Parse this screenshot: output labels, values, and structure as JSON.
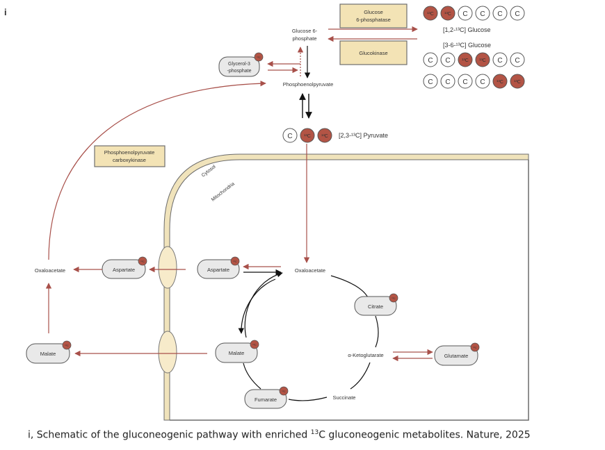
{
  "panel_letter": "i",
  "enzymes": {
    "g6pase": [
      "Glucose",
      "6-phosphatase"
    ],
    "glucokinase": "Glucokinase",
    "pepck": [
      "Phosphoenolpyruvate",
      "carboxykinase"
    ]
  },
  "labels": {
    "g6p": [
      "Glucose 6-",
      "phosphate"
    ],
    "pep": "Phosphoenolpyruvate",
    "glycerol3p": [
      "Glycerol-3",
      "-phosphate"
    ],
    "pyruvate": "[2,3-¹³C] Pyruvate",
    "glucose12": "[1,2-¹³C] Glucose",
    "glucose36": "[3-6-¹³C] Glucose",
    "cytosol": "Cytosol",
    "mitochondria": "Mitochondria",
    "oaa_cyto": "Oxaloacetate",
    "aspartate_cyto": "Aspartate",
    "malate_cyto": "Malate",
    "aspartate_mito": "Aspartate",
    "oaa_mito": "Oxaloacetate",
    "citrate": "Citrate",
    "malate_mito": "Malate",
    "akg": "α-Ketoglutarate",
    "glutamate": "Glutamate",
    "fumarate": "Fumarate",
    "succinate": "Succinate"
  },
  "carbon": {
    "plain": "C",
    "labeled": "¹³C",
    "badge": "¹³C"
  },
  "colors": {
    "enriched": "#b35445",
    "arrow_red": "#a8504a",
    "arrow_black": "#111111",
    "enzyme_fill": "#f3e3b5",
    "membrane": "#f0e3bb",
    "node_fill": "#e9e9e9"
  },
  "caption": {
    "prefix": "i, Schematic of the gluconeogenic pathway with enriched ",
    "sup": "13",
    "suffix": "C gluconeogenic metabolites. Nature, 2025"
  }
}
